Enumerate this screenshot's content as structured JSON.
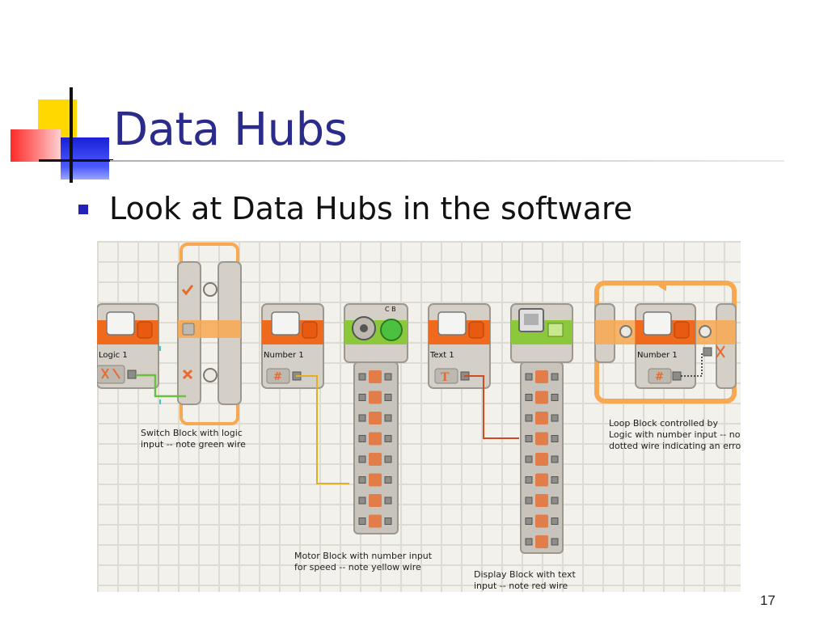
{
  "slide": {
    "title": "Data Hubs",
    "bullet": "Look at Data Hubs in the software",
    "number": "17"
  },
  "screenshot": {
    "blocks": {
      "logic_label": "Logic 1",
      "number_label": "Number 1",
      "motor_ports": "C B",
      "text_label": "Text 1",
      "loop_number_label": "Number 1"
    },
    "captions": {
      "switch": "Switch Block with logic\ninput -- note green wire",
      "motor": "Motor Block with number input\nfor speed -- note yellow wire",
      "display": "Display Block with text\ninput -- note red wire",
      "loop": "Loop Block controlled by\nLogic with number input -- note\ndotted wire indicating an error"
    }
  },
  "colors": {
    "title": "#2b2b8c",
    "bullet": "#2222bb",
    "block_orange": "#f06a1e",
    "block_green": "#8cc83c",
    "wire_green": "#6cc040",
    "wire_yellow": "#e0b020",
    "wire_red": "#d04a20",
    "loop_orange": "#f8a850"
  }
}
